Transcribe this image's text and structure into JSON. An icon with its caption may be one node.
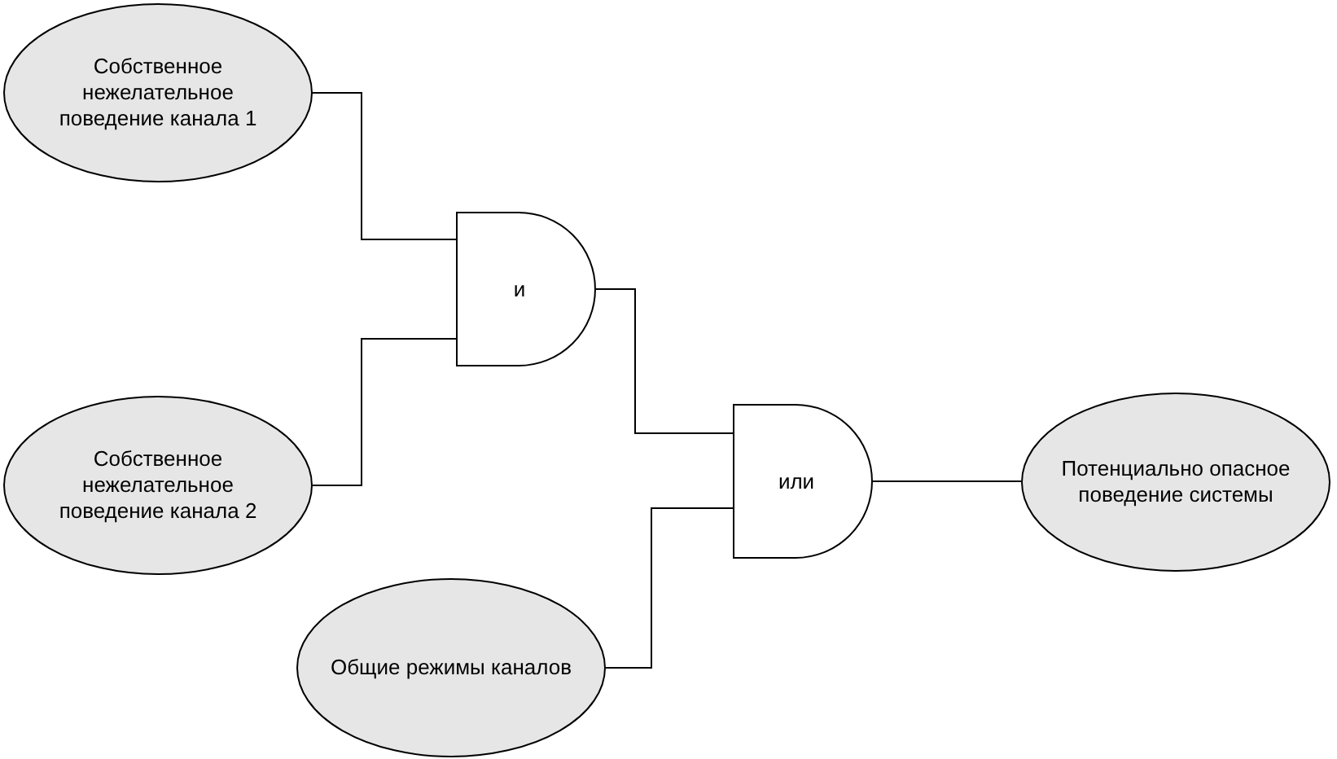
{
  "diagram": {
    "nodes": [
      {
        "text": [
          "Собственное нежелательное поведение канала 1"
        ]
      },
      {
        "text": [
          "Собственное нежелательное поведение канала 2"
        ]
      },
      {
        "text": [
          "Общие режимы каналов"
        ]
      },
      {
        "text": [
          "и"
        ]
      },
      {
        "text": [
          "или"
        ]
      },
      {
        "text": [
          "Потенциально опасное поведение системы"
        ]
      }
    ],
    "edges": [
      {
        "from": 0,
        "to": 3,
        "arrow": "none"
      },
      {
        "from": 1,
        "to": 3,
        "arrow": "none"
      },
      {
        "from": 3,
        "to": 4,
        "arrow": "none"
      },
      {
        "from": 2,
        "to": 4,
        "arrow": "none"
      },
      {
        "from": 4,
        "to": 5,
        "arrow": "none"
      }
    ]
  }
}
